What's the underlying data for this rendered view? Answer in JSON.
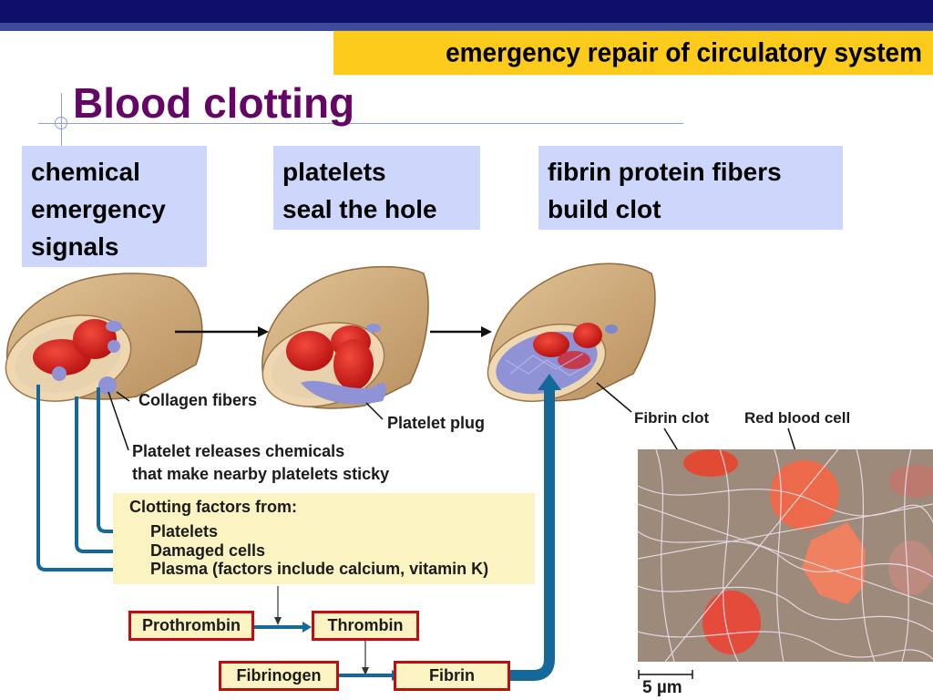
{
  "slide": {
    "subtitle": "emergency repair of circulatory system",
    "title": "Blood clotting",
    "colors": {
      "header_band": "#0e0f6b",
      "subtitle_banner": "#fccb1c",
      "title_text": "#650566",
      "callout_bg": "#ccd7fb",
      "factors_bg": "#fbf4c2",
      "step_border": "#c00d10",
      "flow_arrow": "#15699a"
    }
  },
  "callouts": [
    {
      "lines": [
        "chemical",
        "emergency",
        "signals"
      ]
    },
    {
      "lines": [
        "platelets",
        "seal the hole"
      ]
    },
    {
      "lines": [
        "fibrin protein fibers",
        "build clot"
      ]
    }
  ],
  "diagram": {
    "labels": {
      "collagen_fibers": "Collagen fibers",
      "platelet_plug": "Platelet plug",
      "platelet_releases_1": "Platelet releases chemicals",
      "platelet_releases_2": "that make nearby platelets sticky",
      "fibrin_clot": "Fibrin clot",
      "red_blood_cell": "Red blood cell",
      "scale_bar": "5 µm"
    },
    "clotting_factors": {
      "title": "Clotting factors from:",
      "items": [
        "Platelets",
        "Damaged cells",
        "Plasma (factors include calcium, vitamin K)"
      ]
    },
    "cascade": {
      "prothrombin": "Prothrombin",
      "thrombin": "Thrombin",
      "fibrinogen": "Fibrinogen",
      "fibrin": "Fibrin"
    }
  }
}
